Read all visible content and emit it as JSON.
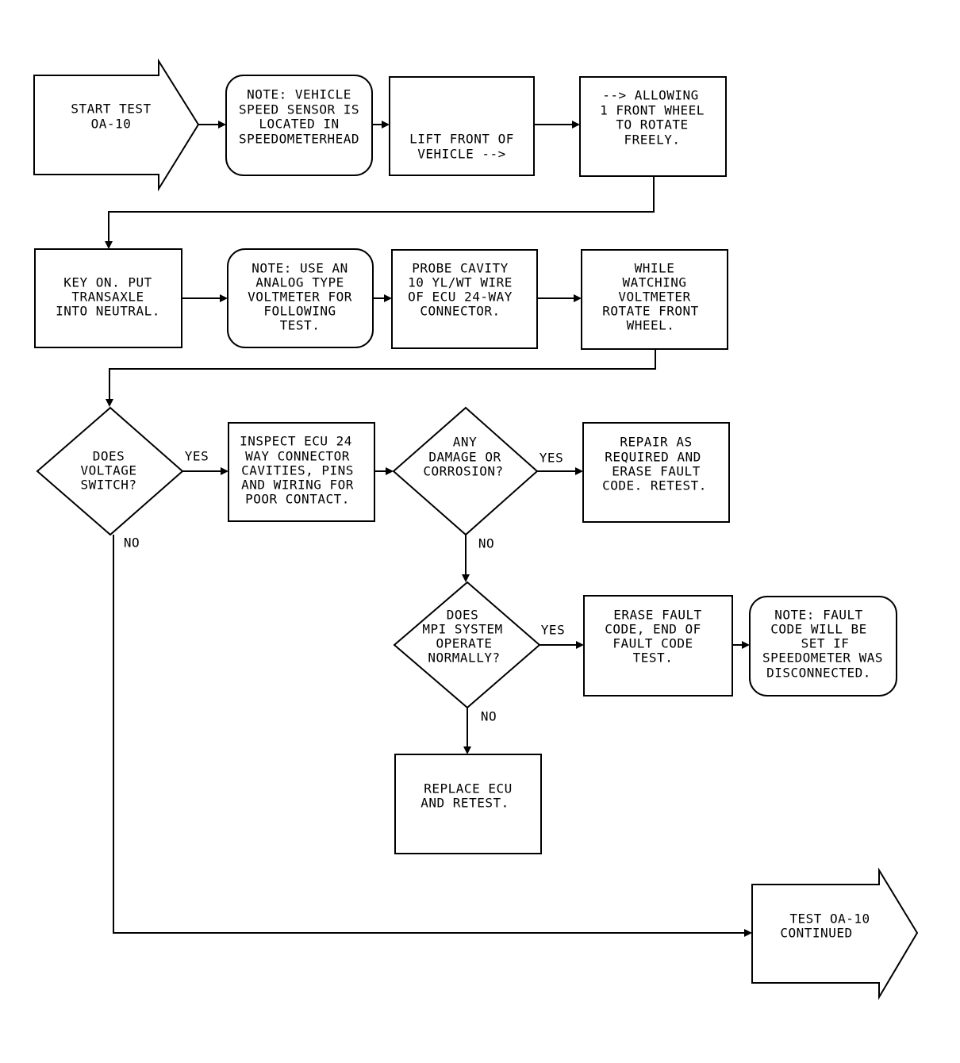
{
  "nodes": {
    "start_test": [
      "START TEST",
      "OA-10"
    ],
    "note_speed_sensor": [
      "NOTE: VEHICLE",
      "SPEED SENSOR IS",
      "LOCATED IN",
      "SPEEDOMETERHEAD"
    ],
    "lift_front": [
      "LIFT FRONT OF",
      "VEHICLE -->"
    ],
    "allowing_wheel": [
      "--> ALLOWING",
      "1 FRONT WHEEL",
      "TO ROTATE",
      "FREELY."
    ],
    "key_on": [
      "KEY ON. PUT",
      "TRANSAXLE",
      "INTO NEUTRAL."
    ],
    "note_voltmeter": [
      "NOTE: USE AN",
      "ANALOG TYPE",
      "VOLTMETER FOR",
      "FOLLOWING",
      "TEST."
    ],
    "probe_cavity": [
      "PROBE CAVITY",
      "10 YL/WT WIRE",
      "OF ECU 24-WAY",
      "CONNECTOR."
    ],
    "while_watching": [
      "WHILE",
      "WATCHING",
      "VOLTMETER",
      "ROTATE FRONT",
      "WHEEL."
    ],
    "does_voltage_switch": [
      "DOES",
      "VOLTAGE",
      "SWITCH?"
    ],
    "inspect_ecu": [
      "INSPECT ECU 24",
      "WAY CONNECTOR",
      "CAVITIES, PINS",
      "AND WIRING FOR",
      "POOR CONTACT."
    ],
    "any_damage": [
      "ANY",
      "DAMAGE OR",
      "CORROSION?"
    ],
    "repair": [
      "REPAIR AS",
      "REQUIRED AND",
      "ERASE FAULT",
      "CODE. RETEST."
    ],
    "does_mpi": [
      "DOES",
      "MPI SYSTEM",
      "OPERATE",
      "NORMALLY?"
    ],
    "erase_fault": [
      "ERASE FAULT",
      "CODE, END OF",
      "FAULT CODE",
      "TEST."
    ],
    "note_fault_code": [
      "NOTE: FAULT",
      "CODE WILL BE",
      "SET IF",
      "SPEEDOMETER WAS",
      "DISCONNECTED."
    ],
    "replace_ecu": [
      "REPLACE ECU",
      "AND RETEST."
    ],
    "test_continued": [
      "TEST OA-10",
      "CONTINUED"
    ]
  },
  "edge_labels": {
    "voltage_yes": "YES",
    "voltage_no": "NO",
    "damage_yes": "YES",
    "damage_no": "NO",
    "mpi_yes": "YES",
    "mpi_no": "NO"
  }
}
